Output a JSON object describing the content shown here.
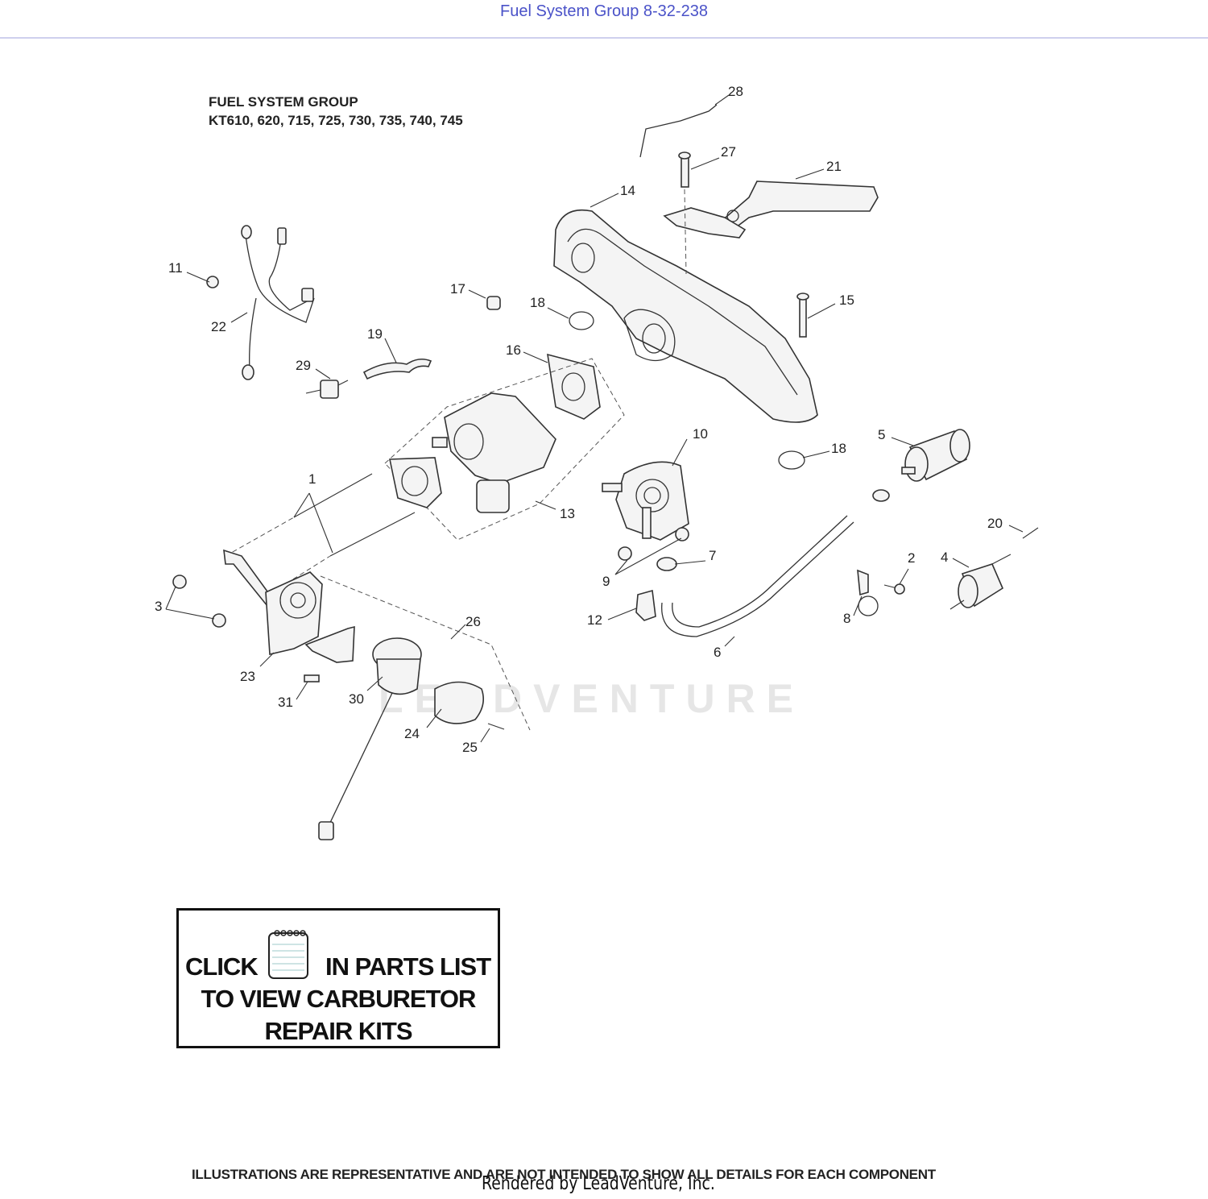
{
  "page": {
    "title": "Fuel System Group 8-32-238"
  },
  "diagram": {
    "title_line1": "FUEL SYSTEM GROUP",
    "title_line2": "KT610, 620, 715, 725, 730, 735, 740, 745",
    "callouts": {
      "c1": "1",
      "c2": "2",
      "c3": "3",
      "c4": "4",
      "c5": "5",
      "c6": "6",
      "c7": "7",
      "c8": "8",
      "c9": "9",
      "c10": "10",
      "c11": "11",
      "c12": "12",
      "c13": "13",
      "c14": "14",
      "c15": "15",
      "c16": "16",
      "c17": "17",
      "c18a": "18",
      "c18b": "18",
      "c19": "19",
      "c20": "20",
      "c21": "21",
      "c22": "22",
      "c23": "23",
      "c24": "24",
      "c25": "25",
      "c26": "26",
      "c27": "27",
      "c28": "28",
      "c29": "29",
      "c30": "30",
      "c31": "31"
    },
    "watermark": "LEADVENTURE"
  },
  "kit_note": {
    "click": "CLICK",
    "in_parts_list": "IN PARTS LIST",
    "line2": "TO VIEW CARBURETOR",
    "line3": "REPAIR KITS"
  },
  "footer": {
    "disclaimer": "ILLUSTRATIONS ARE REPRESENTATIVE AND ARE NOT INTENDED TO SHOW ALL DETAILS FOR EACH COMPONENT",
    "rendered_by": "Rendered by LeadVenture, Inc."
  },
  "colors": {
    "header_link": "#4a52c8",
    "header_rule": "#cfd0ee",
    "line_art": "#333333"
  }
}
